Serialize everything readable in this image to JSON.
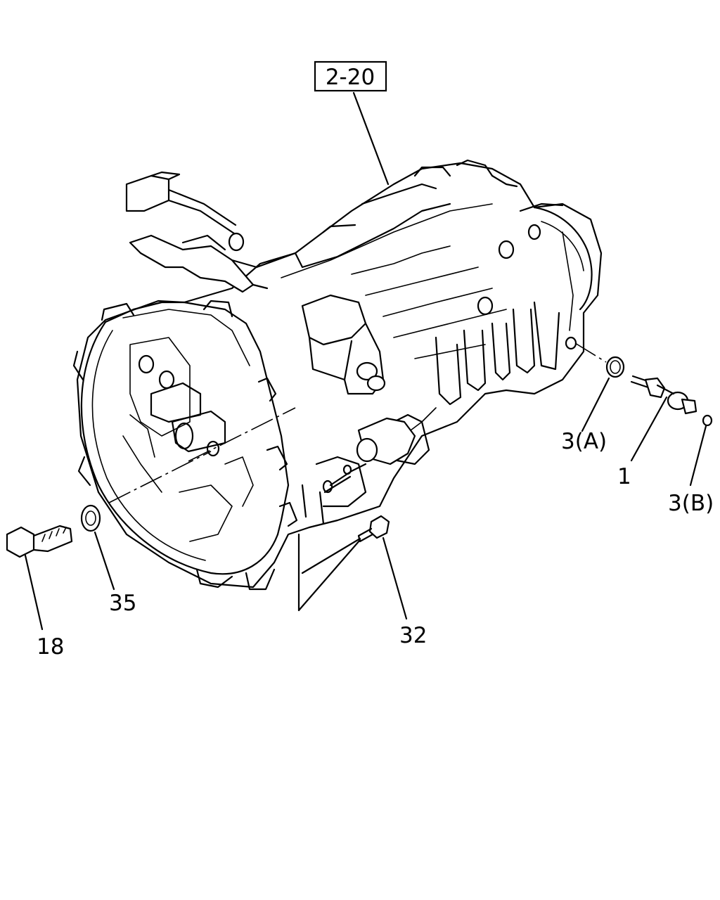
{
  "reference_box": {
    "label": "2-20"
  },
  "callouts": [
    {
      "id": "part-3a",
      "label": "3(A)"
    },
    {
      "id": "part-1",
      "label": "1"
    },
    {
      "id": "part-3b",
      "label": "3(B)"
    },
    {
      "id": "part-35",
      "label": "35"
    },
    {
      "id": "part-18",
      "label": "18"
    },
    {
      "id": "part-32",
      "label": "32"
    }
  ]
}
